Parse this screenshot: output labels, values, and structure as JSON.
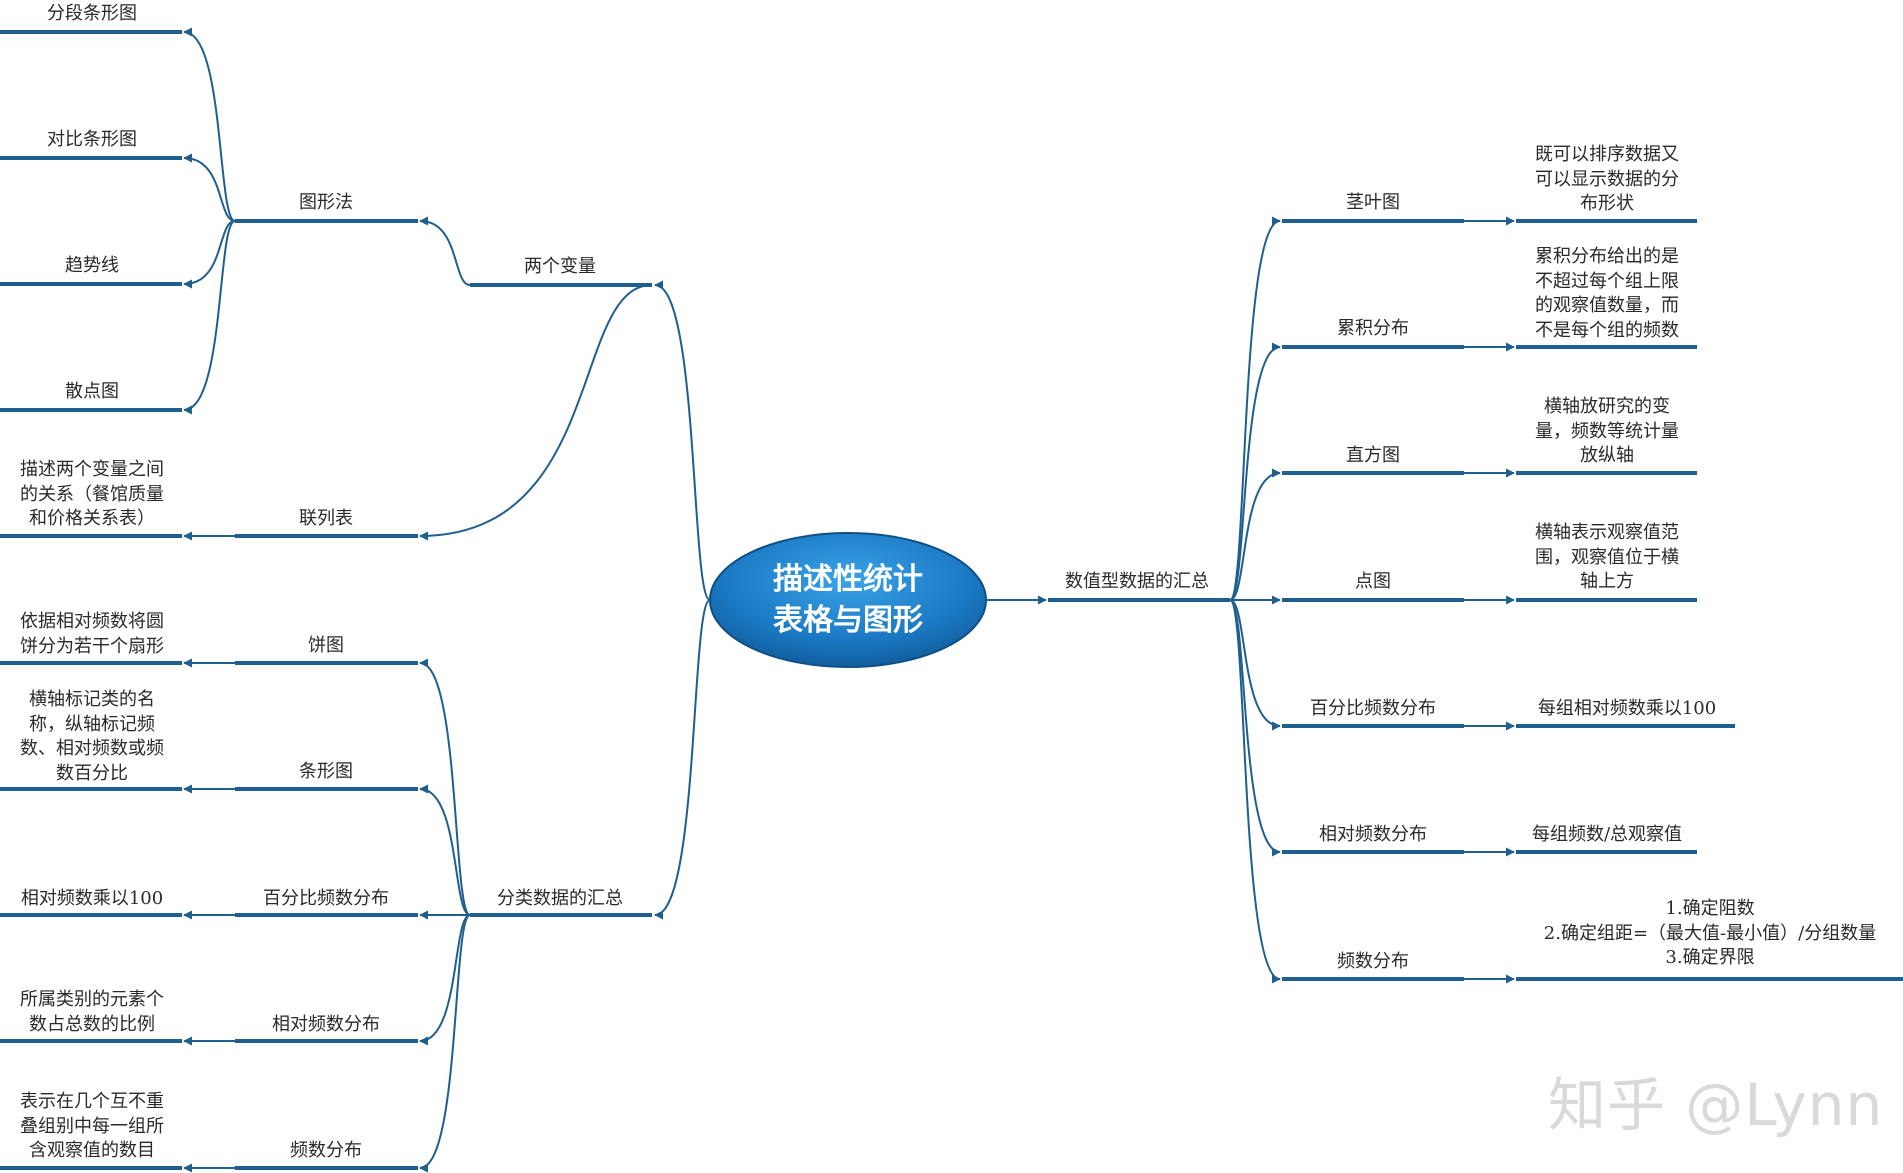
{
  "root": {
    "line1": "描述性统计",
    "line2": "表格与图形"
  },
  "left": {
    "two_vars": {
      "label": "两个变量",
      "graph": {
        "label": "图形法",
        "children": [
          "分段条形图",
          "对比条形图",
          "趋势线",
          "散点图"
        ]
      },
      "crosstab": {
        "label": "联列表",
        "desc": [
          "描述两个变量之间",
          "的关系（餐馆质量",
          "和价格关系表）"
        ]
      }
    },
    "categorical": {
      "label": "分类数据的汇总",
      "pie": {
        "label": "饼图",
        "desc": [
          "依据相对频数将圆",
          "饼分为若干个扇形"
        ]
      },
      "bar": {
        "label": "条形图",
        "desc": [
          "横轴标记类的名",
          "称，纵轴标记频",
          "数、相对频数或频",
          "数百分比"
        ]
      },
      "pct": {
        "label": "百分比频数分布",
        "desc": [
          "相对频数乘以100"
        ]
      },
      "rel": {
        "label": "相对频数分布",
        "desc": [
          "所属类别的元素个",
          "数占总数的比例"
        ]
      },
      "freq": {
        "label": "频数分布",
        "desc": [
          "表示在几个互不重",
          "叠组别中每一组所",
          "含观察值的数目"
        ]
      }
    }
  },
  "right": {
    "label": "数值型数据的汇总",
    "stem": {
      "label": "茎叶图",
      "desc": [
        "既可以排序数据又",
        "可以显示数据的分",
        "布形状"
      ]
    },
    "cum": {
      "label": "累积分布",
      "desc": [
        "累积分布给出的是",
        "不超过每个组上限",
        "的观察值数量，而",
        "不是每个组的频数"
      ]
    },
    "hist": {
      "label": "直方图",
      "desc": [
        "横轴放研究的变",
        "量，频数等统计量",
        "放纵轴"
      ]
    },
    "dot": {
      "label": "点图",
      "desc": [
        "横轴表示观察值范",
        "围，观察值位于横",
        "轴上方"
      ]
    },
    "pct": {
      "label": "百分比频数分布",
      "desc": [
        "每组相对频数乘以100"
      ]
    },
    "rel": {
      "label": "相对频数分布",
      "desc": [
        "每组频数/总观察值"
      ]
    },
    "freq": {
      "label": "频数分布",
      "desc": [
        "1.确定阻数",
        "2.确定组距=（最大值-最小值）/分组数量",
        "3.确定界限"
      ]
    }
  },
  "watermark": "知乎 @Lynn",
  "colors": {
    "line": "#1f5f8f",
    "root_fill": "#1a7bc4",
    "text": "#2a2a2a"
  }
}
